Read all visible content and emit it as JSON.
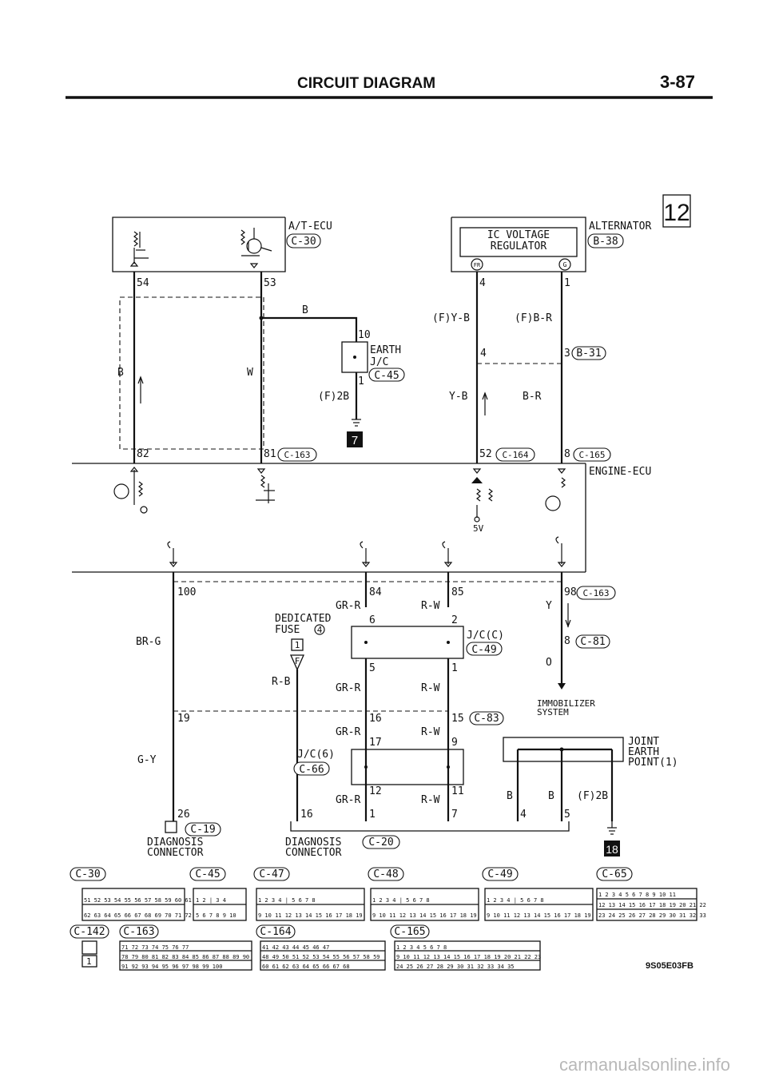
{
  "header": {
    "title": "CIRCUIT DIAGRAM",
    "page": "3-87"
  },
  "badges": {
    "top_right": "12",
    "earth_7": "7",
    "earth_18": "18"
  },
  "modules": {
    "at_ecu": {
      "name": "A/T-ECU",
      "ref": "C-30"
    },
    "alternator": {
      "name": "ALTERNATOR",
      "ref": "B-38"
    },
    "ic_regulator": {
      "line1": "IC VOLTAGE",
      "line2": "REGULATOR",
      "term_fr": "FR",
      "term_g": "G"
    },
    "engine_ecu": {
      "name": "ENGINE-ECU"
    },
    "earth_jc": {
      "line1": "EARTH",
      "line2": "J/C",
      "ref": "C-45"
    },
    "jc_c": {
      "name": "J/C(C)",
      "ref": "C-49"
    },
    "jc_6": {
      "name": "J/C(6)",
      "ref": "C-66"
    },
    "dedicated_fuse": {
      "line1": "DEDICATED",
      "line2": "FUSE",
      "num": "4",
      "sub": "1",
      "letter": "F"
    },
    "immobilizer": {
      "line1": "IMMOBILIZER",
      "line2": "SYSTEM"
    },
    "joint_earth": {
      "line1": "JOINT",
      "line2": "EARTH",
      "line3": "POINT(1)"
    },
    "diag_left": {
      "line1": "DIAGNOSIS",
      "line2": "CONNECTOR",
      "ref": "C-19"
    },
    "diag_mid": {
      "line1": "DIAGNOSIS",
      "line2": "CONNECTOR",
      "ref": "C-20"
    },
    "fv": "5V"
  },
  "pins": {
    "p54": "54",
    "p53": "53",
    "p82": "82",
    "p81": "81",
    "p10": "10",
    "p1a": "1",
    "p4a": "4",
    "p1b": "1",
    "p4b": "4",
    "p3": "3",
    "p52": "52",
    "p8a": "8",
    "p100": "100",
    "p84": "84",
    "p85": "85",
    "p98": "98",
    "p6": "6",
    "p2": "2",
    "p8b": "8",
    "p5a": "5",
    "p1c": "1",
    "p19": "19",
    "p16a": "16",
    "p15": "15",
    "p17": "17",
    "p9": "9",
    "p12": "12",
    "p11": "11",
    "p26": "26",
    "p16b": "16",
    "p1d": "1",
    "p7": "7",
    "p4c": "4",
    "p5b": "5"
  },
  "conn_refs": {
    "c163a": "C-163",
    "b31": "B-31",
    "c164": "C-164",
    "c165": "C-165",
    "c163b": "C-163",
    "c81": "C-81",
    "c83": "C-83"
  },
  "wires": {
    "b1": "B",
    "w1": "W",
    "b2": "B",
    "f2b1": "(F)2B",
    "fyb": "(F)Y-B",
    "fbr": "(F)B-R",
    "yb": "Y-B",
    "br": "B-R",
    "brg": "BR-G",
    "grr1": "GR-R",
    "rw1": "R-W",
    "y": "Y",
    "o": "O",
    "rb": "R-B",
    "grr2": "GR-R",
    "rw2": "R-W",
    "gy": "G-Y",
    "grr3": "GR-R",
    "rw3": "R-W",
    "grr4": "GR-R",
    "rw4": "R-W",
    "b3": "B",
    "b4": "B",
    "f2b2": "(F)2B"
  },
  "connector_views": {
    "row1": [
      "C-30",
      "C-45",
      "C-47",
      "C-48",
      "C-49",
      "C-65"
    ],
    "row2": [
      "C-142",
      "C-163",
      "C-164",
      "C-165"
    ]
  },
  "connector_pins": {
    "c30": {
      "r1": "51 52 53 54 55 56 57 58 59 60 61",
      "r2": "62 63 64 65 66 67 68 69 70 71 72"
    },
    "c45": {
      "r1": "1 2 | 3 4",
      "r2": "5 6 7 8 9 10"
    },
    "c47": {
      "r1": "1 2 3 4 | 5 6 7 8",
      "r2": "9 10 11 12 13 14 15 16 17 18 19"
    },
    "c48": {
      "r1": "1 2 3 4 | 5 6 7 8",
      "r2": "9 10 11 12 13 14 15 16 17 18 19"
    },
    "c49": {
      "r1": "1 2 3 4 | 5 6 7 8",
      "r2": "9 10 11 12 13 14 15 16 17 18 19"
    },
    "c65": {
      "r1": "1 2 3 4 5 6 7 8 9 10 11",
      "r2": "12 13 14 15 16 17 18 19 20 21 22",
      "r3": "23 24 25 26 27 28 29 30 31 32 33"
    },
    "c142": {
      "r1": "1"
    },
    "c163": {
      "r1": "71 72  73 74  75 76 77",
      "r2": "78 79 80 81 82 83 84 85 86 87 88 89 90",
      "r3": "91 92 93  94 95  96 97 98  99 100"
    },
    "c164": {
      "r1": "41 42 43 44  45 46 47",
      "r2": "48 49 50 51 52 53 54 55 56 57 58 59",
      "r3": "60 61  62 63 64  65 66  67 68"
    },
    "c165": {
      "r1": "1 2  3 4  5 6  7 8",
      "r2": "9 10 11 12 13 14 15 16 17 18 19 20 21 22 23",
      "r3": "24 25  26 27 28 29  30 31 32 33  34 35"
    }
  },
  "footer": {
    "code": "9S05E03FB"
  },
  "watermark": "carmanualsonline.info"
}
